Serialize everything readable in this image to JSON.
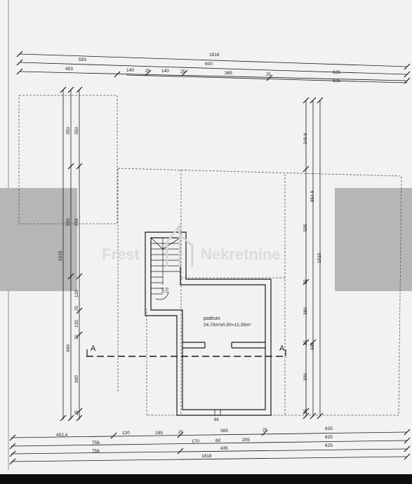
{
  "watermark": {
    "left": "Frest",
    "right": "Nekretnine"
  },
  "room": {
    "name": "podrum",
    "area": "24,70m²x0,50=12,35m²"
  },
  "section_marks": [
    "A",
    "A"
  ],
  "stair_labels": [
    "140",
    "270"
  ],
  "door_label": "88",
  "top_dims": {
    "row1": [
      "1818"
    ],
    "row2": [
      "593",
      "600"
    ],
    "row3": [
      "453",
      "140",
      "25",
      "140",
      "25",
      "385",
      "25",
      "625"
    ],
    "row4": [
      "625"
    ]
  },
  "bottom_dims": {
    "row1": [
      "452.4",
      "120",
      "185",
      "25",
      "385",
      "25",
      "625"
    ],
    "row2": [
      "758",
      "170",
      "60",
      "205",
      "625"
    ],
    "row3": [
      "756",
      "435",
      "625"
    ],
    "row4": [
      "1818"
    ]
  },
  "left_dims": {
    "outer": [
      "1515"
    ],
    "mid": [
      "350",
      "555",
      "660"
    ],
    "inner": [
      "350",
      "555",
      "120",
      "25",
      "135",
      "30",
      "300",
      "25"
    ]
  },
  "right_dims": {
    "outer": [
      "1515"
    ],
    "mid": [
      "854.9"
    ],
    "inner": [
      "349.9",
      "505",
      "25",
      "280",
      "25",
      "300",
      "25"
    ],
    "extra": [
      "660"
    ]
  },
  "colors": {
    "paper": "#f2f2f2",
    "ink": "#1a1a1a",
    "gray_band": "#b6b6b6",
    "frame": "#0d0d0d"
  }
}
